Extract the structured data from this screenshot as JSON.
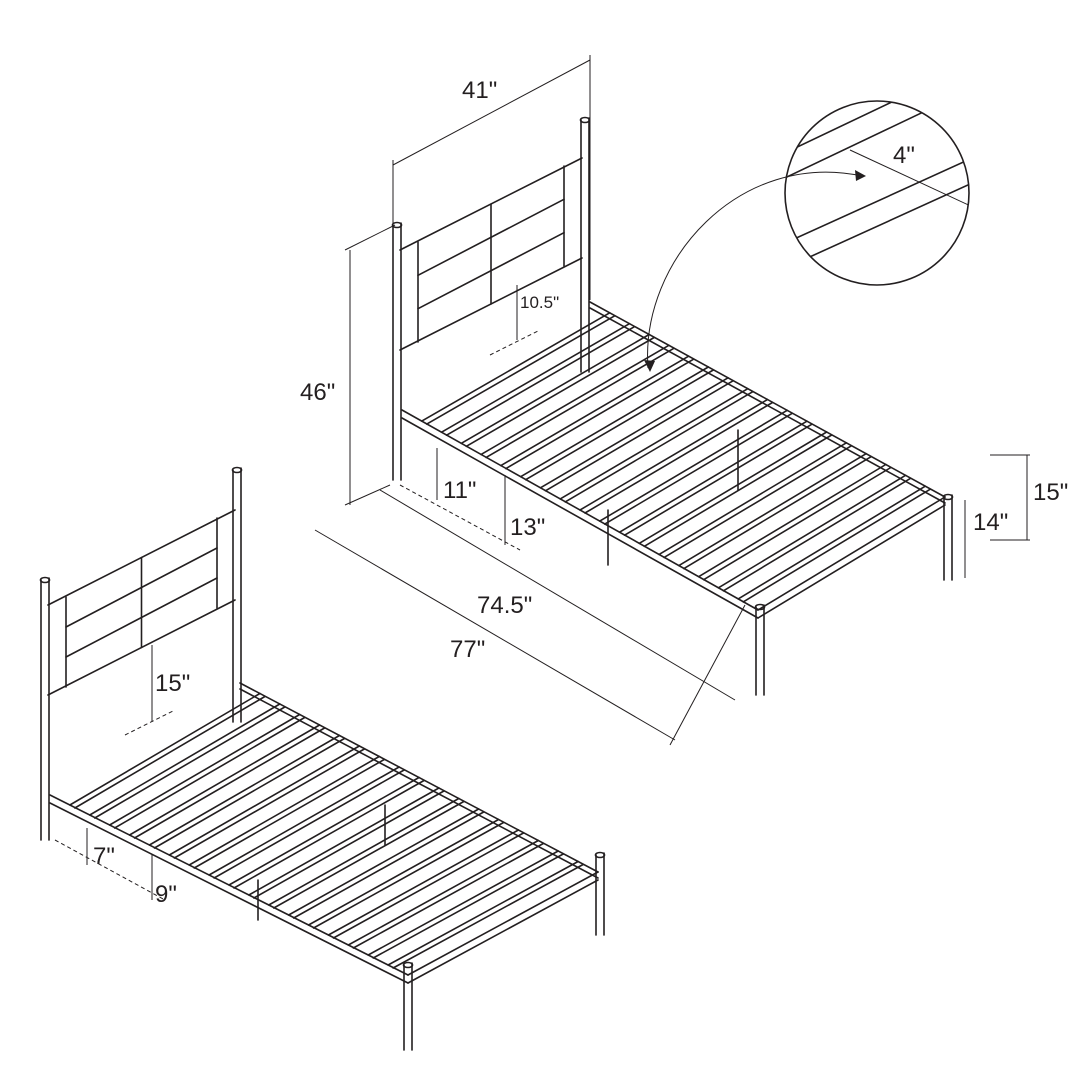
{
  "colors": {
    "line": "#231f20",
    "background": "#ffffff"
  },
  "top_bed": {
    "width": "41\"",
    "slat_spacing": "4\"",
    "headboard_gap": "10.5\"",
    "headboard_height": "46\"",
    "clearance_low": "11\"",
    "clearance_high": "13\"",
    "inner_length": "74.5\"",
    "overall_length": "77\"",
    "footboard_height_inner": "14\"",
    "footboard_height_outer": "15\""
  },
  "bottom_bed": {
    "headboard_gap": "15\"",
    "clearance_low": "7\"",
    "clearance_high": "9\""
  }
}
